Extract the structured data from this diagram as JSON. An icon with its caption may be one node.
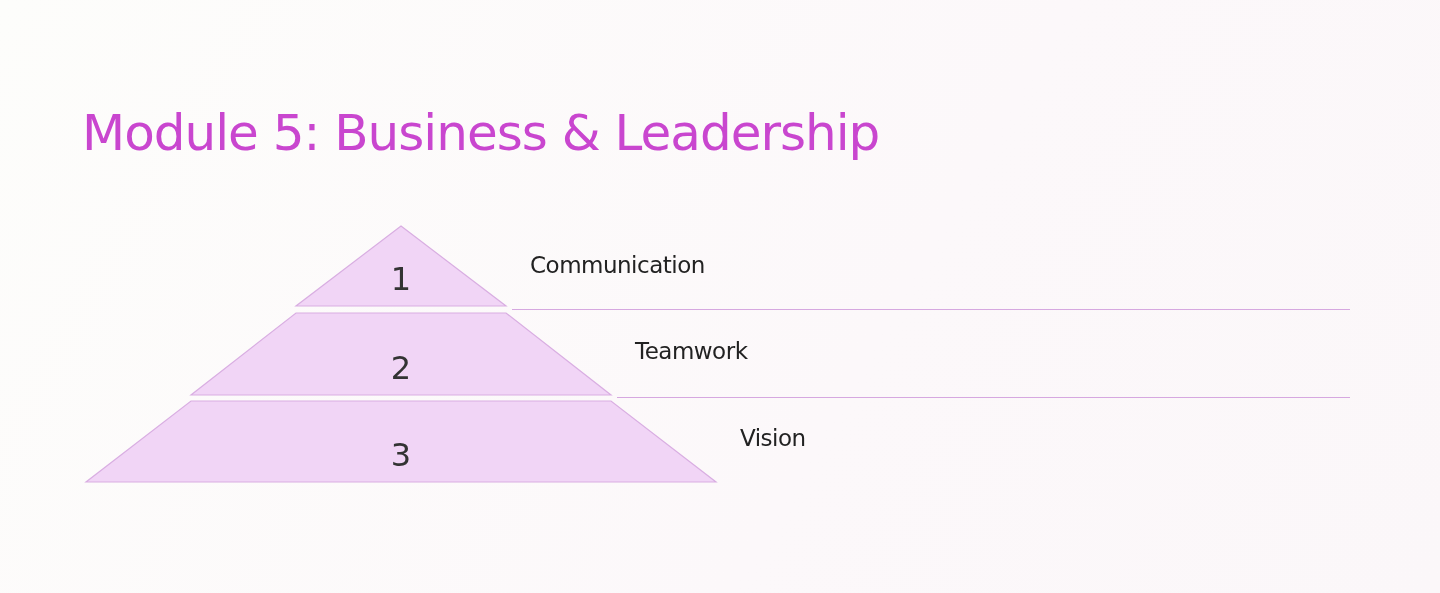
{
  "diagram": {
    "title": "Module 5: Business & Leadership",
    "nodes": [
      {
        "text": [
          "1"
        ],
        "beside": [
          "Communication"
        ]
      },
      {
        "text": [
          "2"
        ],
        "beside": [
          "Teamwork"
        ]
      },
      {
        "text": [
          "3"
        ],
        "beside": [
          "Vision"
        ]
      }
    ]
  }
}
